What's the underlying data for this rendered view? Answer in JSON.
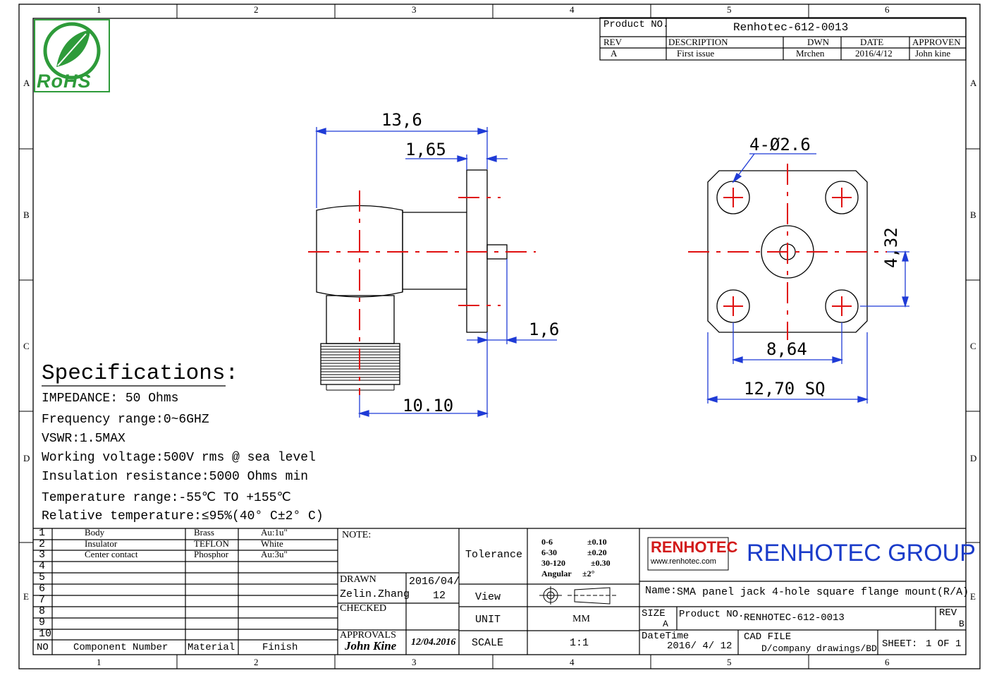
{
  "zones": {
    "cols": [
      "1",
      "2",
      "3",
      "4",
      "5",
      "6"
    ],
    "rows": [
      "A",
      "B",
      "C",
      "D",
      "E"
    ]
  },
  "logo": {
    "text": "RoHS"
  },
  "title_block": {
    "product_no_label": "Product NO.",
    "product_no": "Renhotec-612-0013",
    "headers": {
      "rev": "REV",
      "description": "DESCRIPTION",
      "dwn": "DWN",
      "date": "DATE",
      "approven": "APPROVEN"
    },
    "row": {
      "rev": "A",
      "description": "First issue",
      "dwn": "Mrchen",
      "date": "2016/4/12",
      "approven": "John kine"
    }
  },
  "dimensions": {
    "d1": "13,6",
    "d2": "1,65",
    "d3": "1,6",
    "d4": "10.10",
    "d5": "4-Ø2.6",
    "d6": "4,32",
    "d7": "8,64",
    "d8": "12,70 SQ"
  },
  "specifications": {
    "title": "Specifications:",
    "lines": [
      "IMPEDANCE: 50 Ohms",
      "Frequency range:0~6GHZ",
      "VSWR:1.5MAX",
      "Working voltage:500V rms @ sea level",
      "Insulation resistance:5000 Ohms min",
      "Temperature range:-55℃ TO +155℃",
      "Relative temperature:≤95%(40° C±2° C)"
    ]
  },
  "bom": {
    "rows": [
      {
        "no": "1",
        "component": "Body",
        "material": "Brass",
        "finish": "Au:1u\""
      },
      {
        "no": "2",
        "component": "Insulator",
        "material": "TEFLON",
        "finish": "White"
      },
      {
        "no": "3",
        "component": "Center contact",
        "material": "Phosphor",
        "finish": "Au:3u\""
      },
      {
        "no": "4",
        "component": "",
        "material": "",
        "finish": ""
      },
      {
        "no": "5",
        "component": "",
        "material": "",
        "finish": ""
      },
      {
        "no": "6",
        "component": "",
        "material": "",
        "finish": ""
      },
      {
        "no": "7",
        "component": "",
        "material": "",
        "finish": ""
      },
      {
        "no": "8",
        "component": "",
        "material": "",
        "finish": ""
      },
      {
        "no": "9",
        "component": "",
        "material": "",
        "finish": ""
      },
      {
        "no": "10",
        "component": "",
        "material": "",
        "finish": ""
      }
    ],
    "header": {
      "no": "NO",
      "component": "Component Number",
      "material": "Material",
      "finish": "Finish"
    }
  },
  "notes": {
    "note": "NOTE:",
    "drawn_label": "DRAWN",
    "drawn_by": "Zelin.Zhang",
    "drawn_date_1": "2016/04/",
    "drawn_date_2": "12",
    "checked_label": "CHECKED",
    "approvals_label": "APPROVALS",
    "approvals_sign": "John Kine",
    "approvals_date": "12/04.2016"
  },
  "tolerance": {
    "label": "Tolerance",
    "ranges": [
      "0-6",
      "6-30",
      "30-120",
      "Angular"
    ],
    "values": [
      "±0.10",
      "±0.20",
      "±0.30",
      "±2°"
    ],
    "view_label": "View",
    "unit_label": "UNIT",
    "unit_value": "MM",
    "scale_label": "SCALE",
    "scale_value": "1:1"
  },
  "company": {
    "logo_text": "RENHOTEC",
    "logo_url": "www.renhotec.com",
    "name": "RENHOTEC GROUP",
    "part_name_label": "Name:",
    "part_name": "SMA panel jack 4-hole square flange mount(R/A)",
    "size_label": "SIZE",
    "size_value": "A",
    "product_no_label": "Product NO.",
    "product_no": "RENHOTEC-612-0013",
    "rev_label": "REV",
    "rev_value": "B",
    "datetime_label": "DateTime",
    "datetime_value": "2016/ 4/ 12",
    "cad_label": "CAD FILE",
    "cad_value": "D/company drawings/BD",
    "sheet_label": "SHEET:",
    "sheet_value": "1 OF 1"
  },
  "colors": {
    "dim_blue": "#1f3bd6",
    "center_red": "#e01010",
    "logo_green": "#2e9b3a",
    "company_blue": "#1a3bc9",
    "company_red": "#d21a1a"
  }
}
